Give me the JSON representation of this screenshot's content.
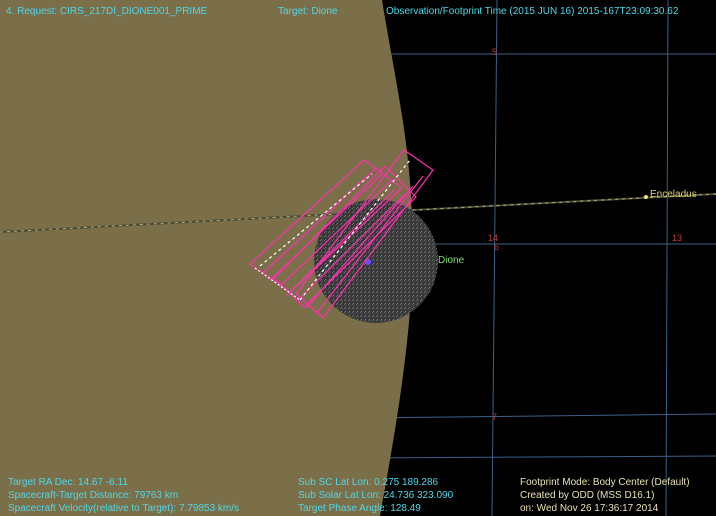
{
  "header": {
    "request": "4. Request: CIRS_217DI_DIONE001_PRIME",
    "target": "Target: Dione",
    "time": "Observation/Footprint Time (2015 JUN 16) 2015-167T23:09:30.62"
  },
  "bodies": {
    "dione_label": "Dione",
    "enceladus_label": "Enceladus"
  },
  "grid_labels": {
    "top": "5",
    "left_mid_top": "14",
    "left_mid_bottom": "6",
    "right_mid": "13",
    "bottom": "7"
  },
  "footer": {
    "ra_dec": "Target RA Dec: 14.67  -6.11",
    "distance": "Spacecraft-Target Distance:   79763 km",
    "velocity": "Spacecraft Velocity(relative to Target): 7.79853 km/s",
    "sub_sc": "Sub SC Lat Lon: 0.275  189.286",
    "sub_solar": "Sub Solar Lat Lon: 24.736  323.090",
    "phase": "Target Phase Angle: 128.49",
    "mode": "Footprint Mode: Body Center (Default)",
    "created": "Created by ODD (MSS D16.1)",
    "created_on": "on: Wed Nov 26 17:36:17 2014"
  },
  "colors": {
    "saturn": "#7b6f49",
    "grid": "#3c5f86",
    "footprint": "#ff2fb0",
    "moon_label": "#7be06a"
  }
}
